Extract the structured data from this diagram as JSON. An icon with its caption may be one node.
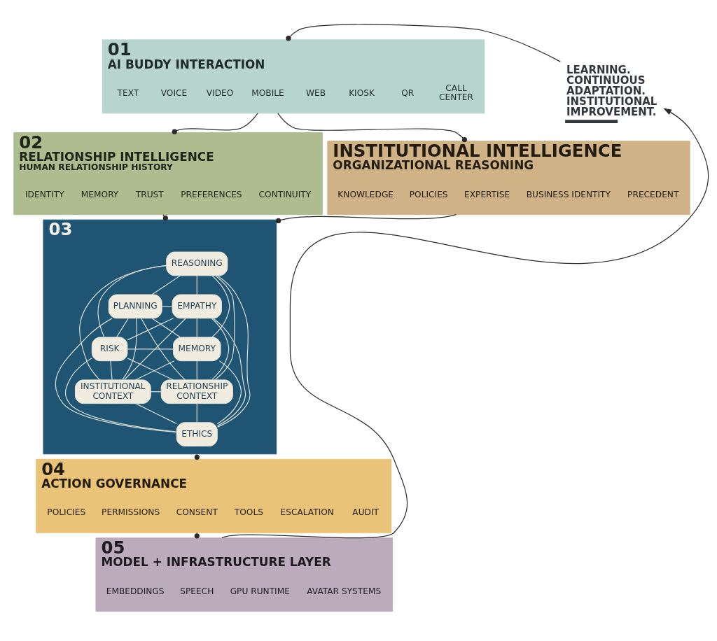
{
  "diagram": {
    "nodes": [
      {
        "text": [
          "01",
          "AI BUDDY INTERACTION"
        ]
      },
      {
        "text": [
          "TEXT"
        ],
        "in": 0
      },
      {
        "text": [
          "VOICE"
        ],
        "in": 0
      },
      {
        "text": [
          "VIDEO"
        ],
        "in": 0
      },
      {
        "text": [
          "MOBILE"
        ],
        "in": 0
      },
      {
        "text": [
          "WEB"
        ],
        "in": 0
      },
      {
        "text": [
          "KIOSK"
        ],
        "in": 0
      },
      {
        "text": [
          "QR"
        ],
        "in": 0
      },
      {
        "text": [
          "CALL CENTER"
        ],
        "in": 0
      },
      {
        "text": [
          "02",
          "RELATIONSHIP INTELLIGENCE",
          "HUMAN RELATIONSHIP HISTORY"
        ]
      },
      {
        "text": [
          "IDENTITY"
        ],
        "in": 9
      },
      {
        "text": [
          "MEMORY"
        ],
        "in": 9
      },
      {
        "text": [
          "TRUST"
        ],
        "in": 9
      },
      {
        "text": [
          "PREFERENCES"
        ],
        "in": 9
      },
      {
        "text": [
          "CONTINUITY"
        ],
        "in": 9
      },
      {
        "text": [
          "INSTITUTIONAL INTELLIGENCE",
          "ORGANIZATIONAL REASONING"
        ]
      },
      {
        "text": [
          "KNOWLEDGE"
        ],
        "in": 15
      },
      {
        "text": [
          "POLICIES"
        ],
        "in": 15
      },
      {
        "text": [
          "EXPERTISE"
        ],
        "in": 15
      },
      {
        "text": [
          "BUSINESS IDENTITY"
        ],
        "in": 15
      },
      {
        "text": [
          "PRECEDENT"
        ],
        "in": 15
      },
      {
        "text": [
          "03"
        ]
      },
      {
        "text": [
          "REASONING"
        ],
        "in": 21
      },
      {
        "text": [
          "PLANNING"
        ],
        "in": 21
      },
      {
        "text": [
          "EMPATHY"
        ],
        "in": 21
      },
      {
        "text": [
          "MEMORY"
        ],
        "in": 21
      },
      {
        "text": [
          "RISK"
        ],
        "in": 21
      },
      {
        "text": [
          "INSTITUTIONAL CONTEXT"
        ],
        "in": 21
      },
      {
        "text": [
          "RELATIONSHIP CONTEXT"
        ],
        "in": 21
      },
      {
        "text": [
          "ETHICS"
        ],
        "in": 21
      },
      {
        "text": [
          "04",
          "ACTION GOVERNANCE"
        ]
      },
      {
        "text": [
          "POLICIES"
        ],
        "in": 30
      },
      {
        "text": [
          "PERMISSIONS"
        ],
        "in": 30
      },
      {
        "text": [
          "CONSENT"
        ],
        "in": 30
      },
      {
        "text": [
          "TOOLS"
        ],
        "in": 30
      },
      {
        "text": [
          "ESCALATION"
        ],
        "in": 30
      },
      {
        "text": [
          "AUDIT"
        ],
        "in": 30
      },
      {
        "text": [
          "05",
          "MODEL + INFRASTRUCTURE LAYER"
        ]
      },
      {
        "text": [
          "EMBEDDINGS"
        ],
        "in": 37
      },
      {
        "text": [
          "SPEECH"
        ],
        "in": 37
      },
      {
        "text": [
          "GPU RUNTIME"
        ],
        "in": 37
      },
      {
        "text": [
          "AVATAR SYSTEMS"
        ],
        "in": 37
      },
      {
        "text": [
          "LEARNING. CONTINUOUS ADAPTATION. INSTITUTIONAL IMPROVEMENT."
        ]
      }
    ],
    "edges": [
      {
        "from": 0,
        "to": 9,
        "arrow": "other",
        "color": "#2b2b2b"
      },
      {
        "from": 0,
        "to": 15,
        "arrow": "other",
        "color": "#2b2b2b"
      },
      {
        "from": 9,
        "to": 21,
        "arrow": "other",
        "color": "#2b2b2b"
      },
      {
        "from": 15,
        "to": 21,
        "arrow": "other",
        "color": "#2b2b2b"
      },
      {
        "from": 22,
        "to": 23,
        "arrow": "none"
      },
      {
        "from": 22,
        "to": 24,
        "arrow": "none"
      },
      {
        "from": 22,
        "to": 25,
        "arrow": "none"
      },
      {
        "from": 22,
        "to": 26,
        "arrow": "none"
      },
      {
        "from": 22,
        "to": 27,
        "arrow": "none"
      },
      {
        "from": 22,
        "to": 28,
        "arrow": "none"
      },
      {
        "from": 22,
        "to": 29,
        "arrow": "none"
      },
      {
        "from": 23,
        "to": 24,
        "arrow": "none"
      },
      {
        "from": 23,
        "to": 25,
        "arrow": "none"
      },
      {
        "from": 23,
        "to": 26,
        "arrow": "none"
      },
      {
        "from": 23,
        "to": 27,
        "arrow": "none"
      },
      {
        "from": 23,
        "to": 28,
        "arrow": "none"
      },
      {
        "from": 23,
        "to": 29,
        "arrow": "none"
      },
      {
        "from": 24,
        "to": 25,
        "arrow": "none"
      },
      {
        "from": 24,
        "to": 26,
        "arrow": "none"
      },
      {
        "from": 24,
        "to": 27,
        "arrow": "none"
      },
      {
        "from": 24,
        "to": 28,
        "arrow": "none"
      },
      {
        "from": 24,
        "to": 29,
        "arrow": "none"
      },
      {
        "from": 25,
        "to": 26,
        "arrow": "none"
      },
      {
        "from": 25,
        "to": 27,
        "arrow": "none"
      },
      {
        "from": 25,
        "to": 28,
        "arrow": "none"
      },
      {
        "from": 25,
        "to": 29,
        "arrow": "none"
      },
      {
        "from": 26,
        "to": 27,
        "arrow": "none"
      },
      {
        "from": 26,
        "to": 28,
        "arrow": "none"
      },
      {
        "from": 26,
        "to": 29,
        "arrow": "none"
      },
      {
        "from": 27,
        "to": 28,
        "arrow": "none"
      },
      {
        "from": 27,
        "to": 29,
        "arrow": "none"
      },
      {
        "from": 28,
        "to": 29,
        "arrow": "none"
      },
      {
        "from": 21,
        "to": 30,
        "arrow": "other",
        "color": "#2b2b2b"
      },
      {
        "from": 30,
        "to": 37,
        "arrow": "other",
        "color": "#2b2b2b"
      },
      {
        "from": 37,
        "to": 42,
        "arrow": "to",
        "color": "#2b2b2b"
      },
      {
        "from": 42,
        "to": 0,
        "arrow": "other",
        "color": "#2b2b2b"
      }
    ]
  }
}
